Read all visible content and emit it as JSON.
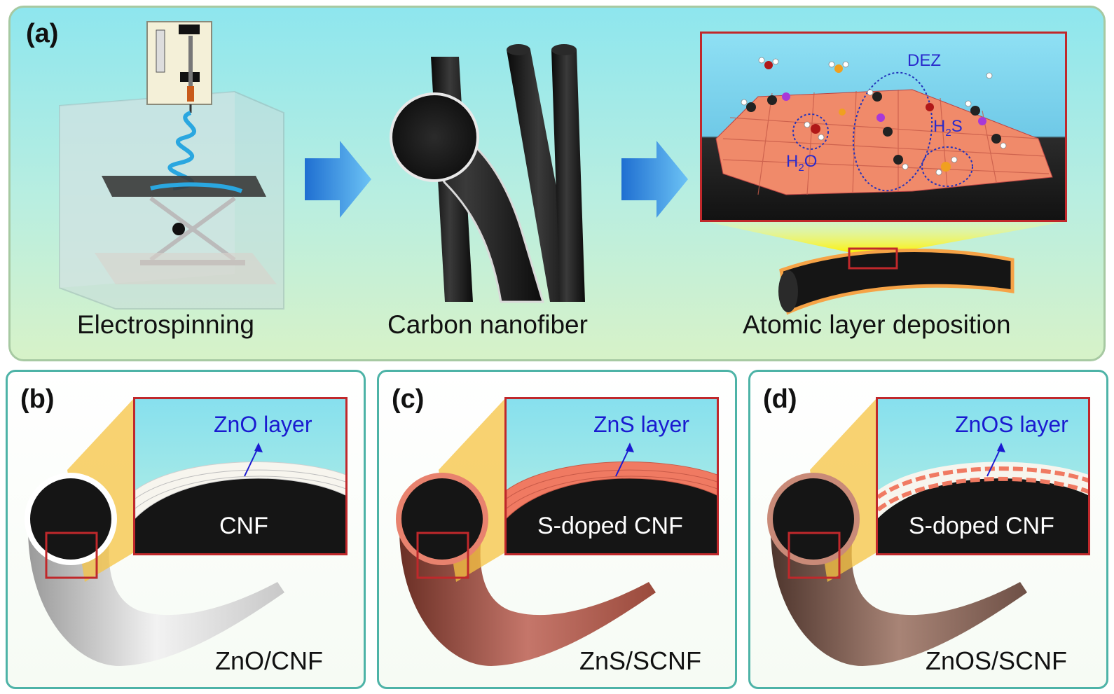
{
  "panel_a": {
    "label": "(a)",
    "captions": {
      "electrospinning": "Electrospinning",
      "carbon_nanofiber": "Carbon nanofiber",
      "ald": "Atomic layer deposition"
    },
    "molecule_labels": {
      "dez": "DEZ",
      "h2s_main": "H",
      "h2s_sub": "2",
      "h2s_tail": "S",
      "h2o_main": "H",
      "h2o_sub": "2",
      "h2o_tail": "O"
    }
  },
  "panel_b": {
    "label": "(b)",
    "layer": "ZnO layer",
    "core": "CNF",
    "name": "ZnO/CNF"
  },
  "panel_c": {
    "label": "(c)",
    "layer": "ZnS layer",
    "core": "S-doped CNF",
    "name": "ZnS/SCNF"
  },
  "panel_d": {
    "label": "(d)",
    "layer": "ZnOS layer",
    "core": "S-doped CNF",
    "name": "ZnOS/SCNF"
  },
  "colors": {
    "inset_border": "#c0282b",
    "layer_text": "#1a1ad0",
    "arrow": "#1a7bd6",
    "brick": "#f07a62"
  }
}
